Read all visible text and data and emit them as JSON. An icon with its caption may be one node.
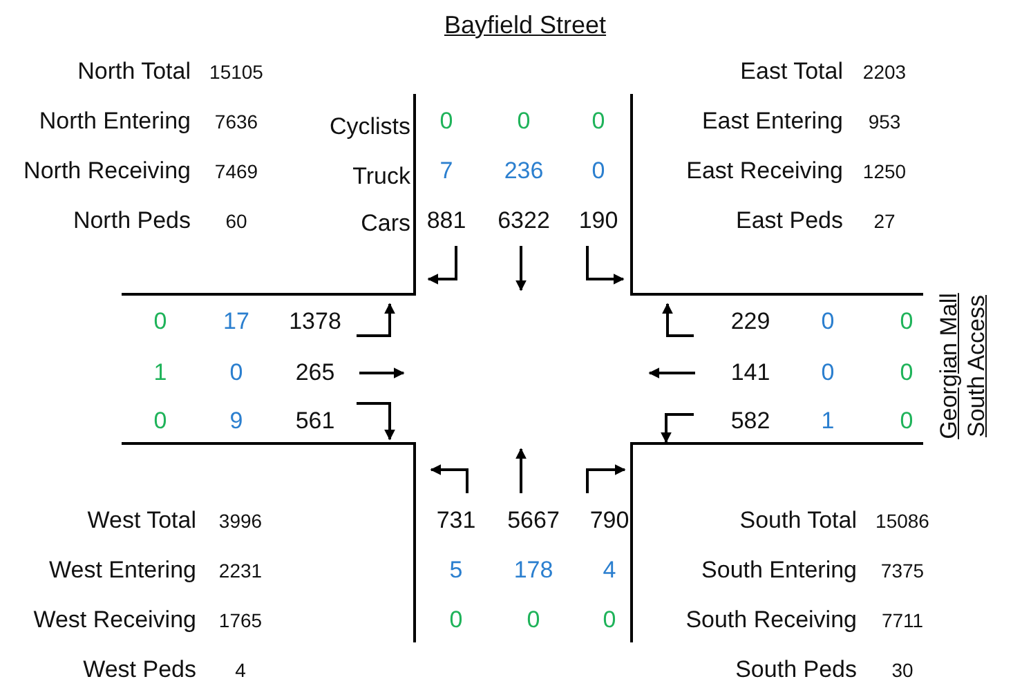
{
  "diagram": {
    "labels": [
      "Bayfield Street",
      "North Total",
      "15105",
      "East Total",
      "2203",
      "North Entering",
      "7636",
      "Cyclists",
      "0",
      "0",
      "0",
      "East Entering",
      "953",
      "North Receiving",
      "7469",
      "Truck",
      "7",
      "236",
      "0",
      "East Receiving",
      "1250",
      "North Peds",
      "60",
      "Cars",
      "881",
      "6322",
      "190",
      "East Peds",
      "27",
      "0",
      "17",
      "1378",
      "229",
      "0",
      "0",
      "1",
      "0",
      "265",
      "141",
      "0",
      "0",
      "0",
      "9",
      "561",
      "582",
      "1",
      "0",
      "Georgian Mall South Access",
      "West Total",
      "3996",
      "731",
      "5667",
      "790",
      "South Total",
      "15086",
      "West Entering",
      "2231",
      "5",
      "178",
      "4",
      "South Entering",
      "7375",
      "West Receiving",
      "1765",
      "0",
      "0",
      "0",
      "South Receiving",
      "7711",
      "West Peds",
      "4",
      "South Peds",
      "30"
    ]
  }
}
